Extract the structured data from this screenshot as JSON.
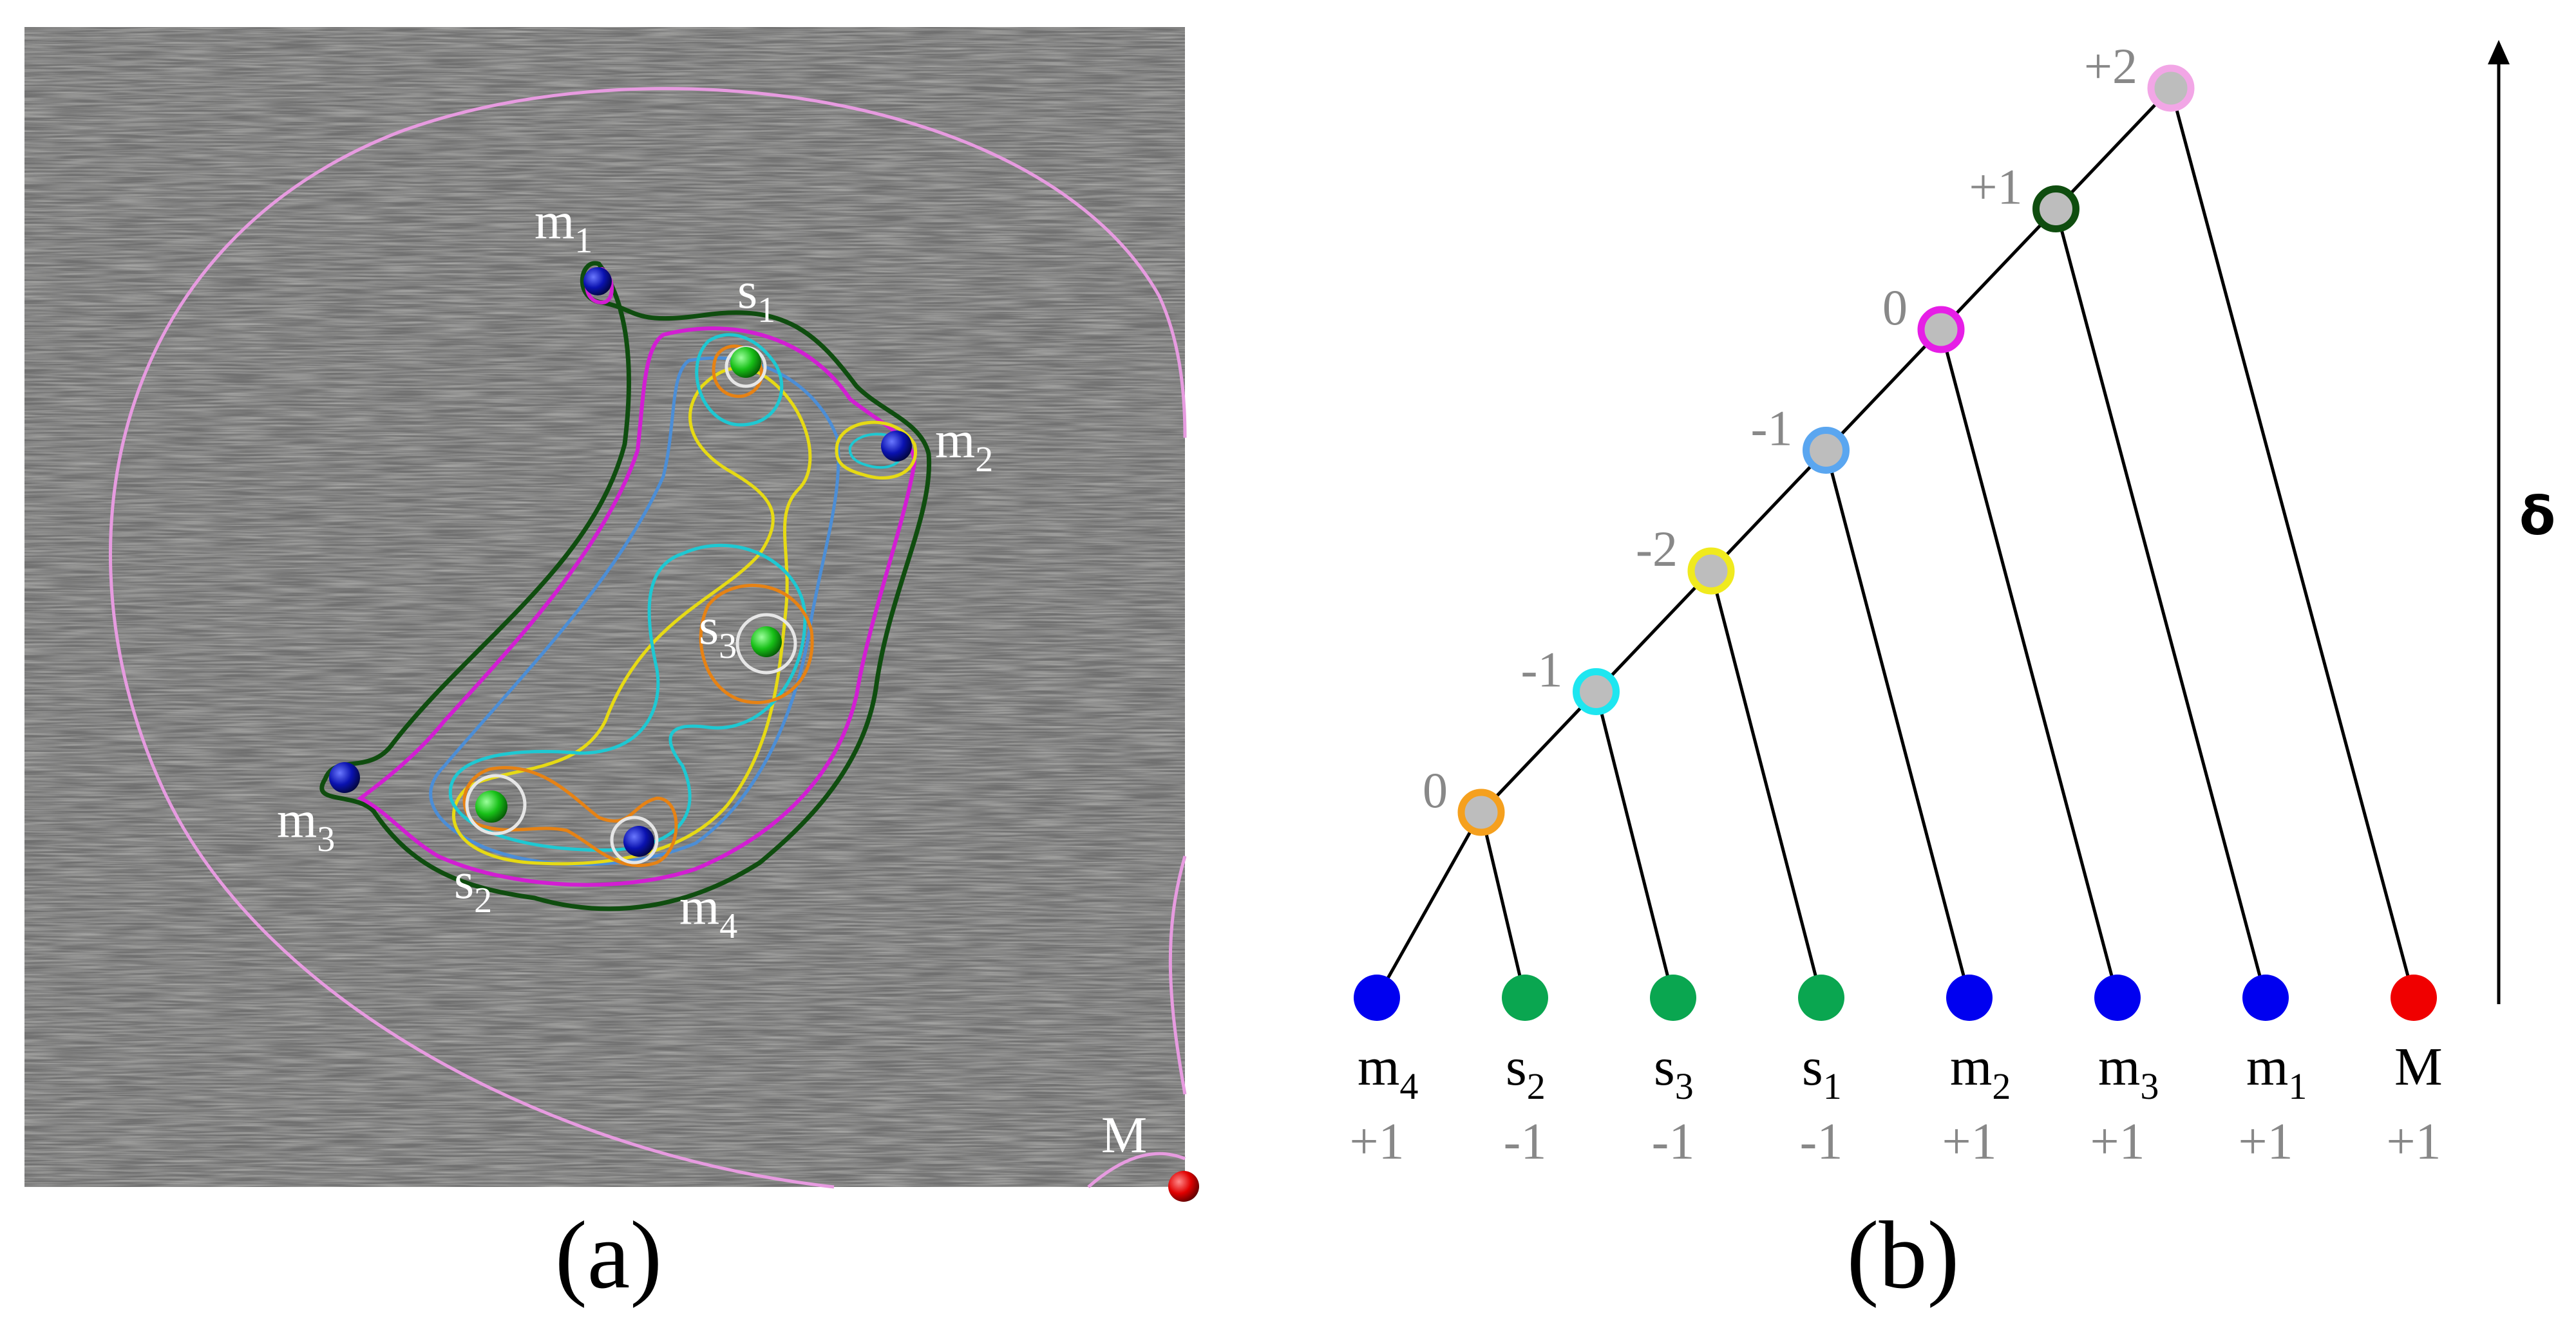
{
  "panel_a": {
    "caption": "(a)",
    "labels": [
      {
        "id": "m1",
        "main": "m",
        "sub": "1"
      },
      {
        "id": "s1",
        "main": "s",
        "sub": "1"
      },
      {
        "id": "m2",
        "main": "m",
        "sub": "2"
      },
      {
        "id": "s3",
        "main": "s",
        "sub": "3"
      },
      {
        "id": "m3",
        "main": "m",
        "sub": "3"
      },
      {
        "id": "s2",
        "main": "s",
        "sub": "2"
      },
      {
        "id": "m4",
        "main": "m",
        "sub": "4"
      },
      {
        "id": "M",
        "main": "M",
        "sub": ""
      }
    ]
  },
  "panel_b": {
    "caption": "(b)",
    "axis_label": "δ",
    "internal_nodes": [
      {
        "id": "n0",
        "label": "+2",
        "ring": "#f2a6e6"
      },
      {
        "id": "n1",
        "label": "+1",
        "ring": "#0f4d0f"
      },
      {
        "id": "n2",
        "label": "0",
        "ring": "#e61ee6"
      },
      {
        "id": "n3",
        "label": "-1",
        "ring": "#5aa6f0"
      },
      {
        "id": "n4",
        "label": "-2",
        "ring": "#f0ea1e"
      },
      {
        "id": "n5",
        "label": "-1",
        "ring": "#1ee6f0"
      },
      {
        "id": "n6",
        "label": "0",
        "ring": "#f5a01e"
      }
    ],
    "leaves": [
      {
        "id": "m4",
        "main": "m",
        "sub": "4",
        "value": "+1",
        "color": "#0000f0"
      },
      {
        "id": "s2",
        "main": "s",
        "sub": "2",
        "value": "-1",
        "color": "#0aa650"
      },
      {
        "id": "s3",
        "main": "s",
        "sub": "3",
        "value": "-1",
        "color": "#0aa650"
      },
      {
        "id": "s1",
        "main": "s",
        "sub": "1",
        "value": "-1",
        "color": "#0aa650"
      },
      {
        "id": "m2",
        "main": "m",
        "sub": "2",
        "value": "+1",
        "color": "#0000f0"
      },
      {
        "id": "m3",
        "main": "m",
        "sub": "3",
        "value": "+1",
        "color": "#0000f0"
      },
      {
        "id": "m1",
        "main": "m",
        "sub": "1",
        "value": "+1",
        "color": "#0000f0"
      },
      {
        "id": "M",
        "main": "M",
        "sub": "",
        "value": "+1",
        "color": "#f00000"
      }
    ]
  },
  "colors": {
    "field_background": "#707070",
    "label_text": "#ffffff",
    "value_text": "#888888",
    "node_fill": "#bdbdbd",
    "edge": "#000000"
  }
}
